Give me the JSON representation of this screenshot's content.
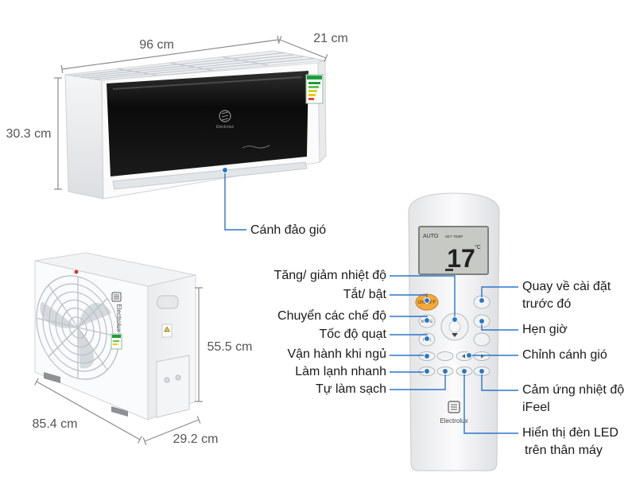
{
  "colors": {
    "leader_line": "#2b76c9",
    "label_text": "#1a1a1a",
    "dimension_text": "#555555",
    "power_button": "#f2a93b",
    "remote_display": "#c6c9c4"
  },
  "indoor_unit": {
    "width": "96 cm",
    "depth": "21 cm",
    "height": "30.3 cm",
    "flap_label": "Cánh đảo gió",
    "brand": "Electrolux"
  },
  "outdoor_unit": {
    "height": "55.5 cm",
    "width": "85.4 cm",
    "depth": "29.2 cm",
    "brand": "Electrolux"
  },
  "remote": {
    "brand": "Electrolux",
    "display": {
      "mode": "AUTO",
      "set_temp": "SET TEMP",
      "temperature": "17",
      "unit": "°C"
    },
    "buttons": {
      "power": "ON/OFF",
      "mode": "MODE",
      "fan": "FAN"
    },
    "left_labels": [
      "Tăng/ giảm nhiệt độ",
      "Tắt/ bật",
      "Chuyển các chế độ",
      "Tốc độ quạt",
      "Vận hành khi ngủ",
      "Làm lạnh nhanh",
      "Tự làm sạch"
    ],
    "right_labels": [
      {
        "line1": "Quay về cài đặt",
        "line2": "trước đó"
      },
      {
        "line1": "Hẹn giờ"
      },
      {
        "line1": "Chỉnh cánh gió"
      },
      {
        "line1": "Cảm ứng nhiệt độ",
        "line2": "iFeel"
      },
      {
        "line1": "Hiển thị đèn LED",
        "line2": "trên thân máy"
      }
    ],
    "icons": [
      "arrow-up-icon",
      "arrow-down-icon",
      "swing-left-icon",
      "swing-right-icon",
      "electrolux-logo-icon"
    ]
  }
}
